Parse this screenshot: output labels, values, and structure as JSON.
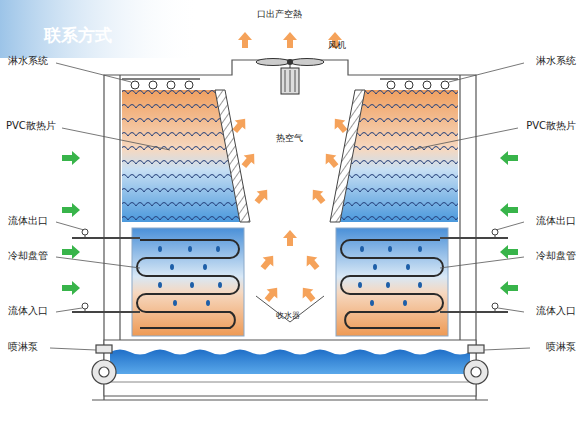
{
  "diagram": {
    "labels": [
      "联系方式",
      "口出产空熱",
      "风机",
      "淋水系统",
      "淋水系统",
      "PVC散热片",
      "PVC散热片",
      "热空气",
      "流体出口",
      "流体出口",
      "冷却盘管",
      "冷却盘管",
      "流体入口",
      "流体入口",
      "收水器",
      "喷淋泵",
      "喷淋泵"
    ]
  }
}
